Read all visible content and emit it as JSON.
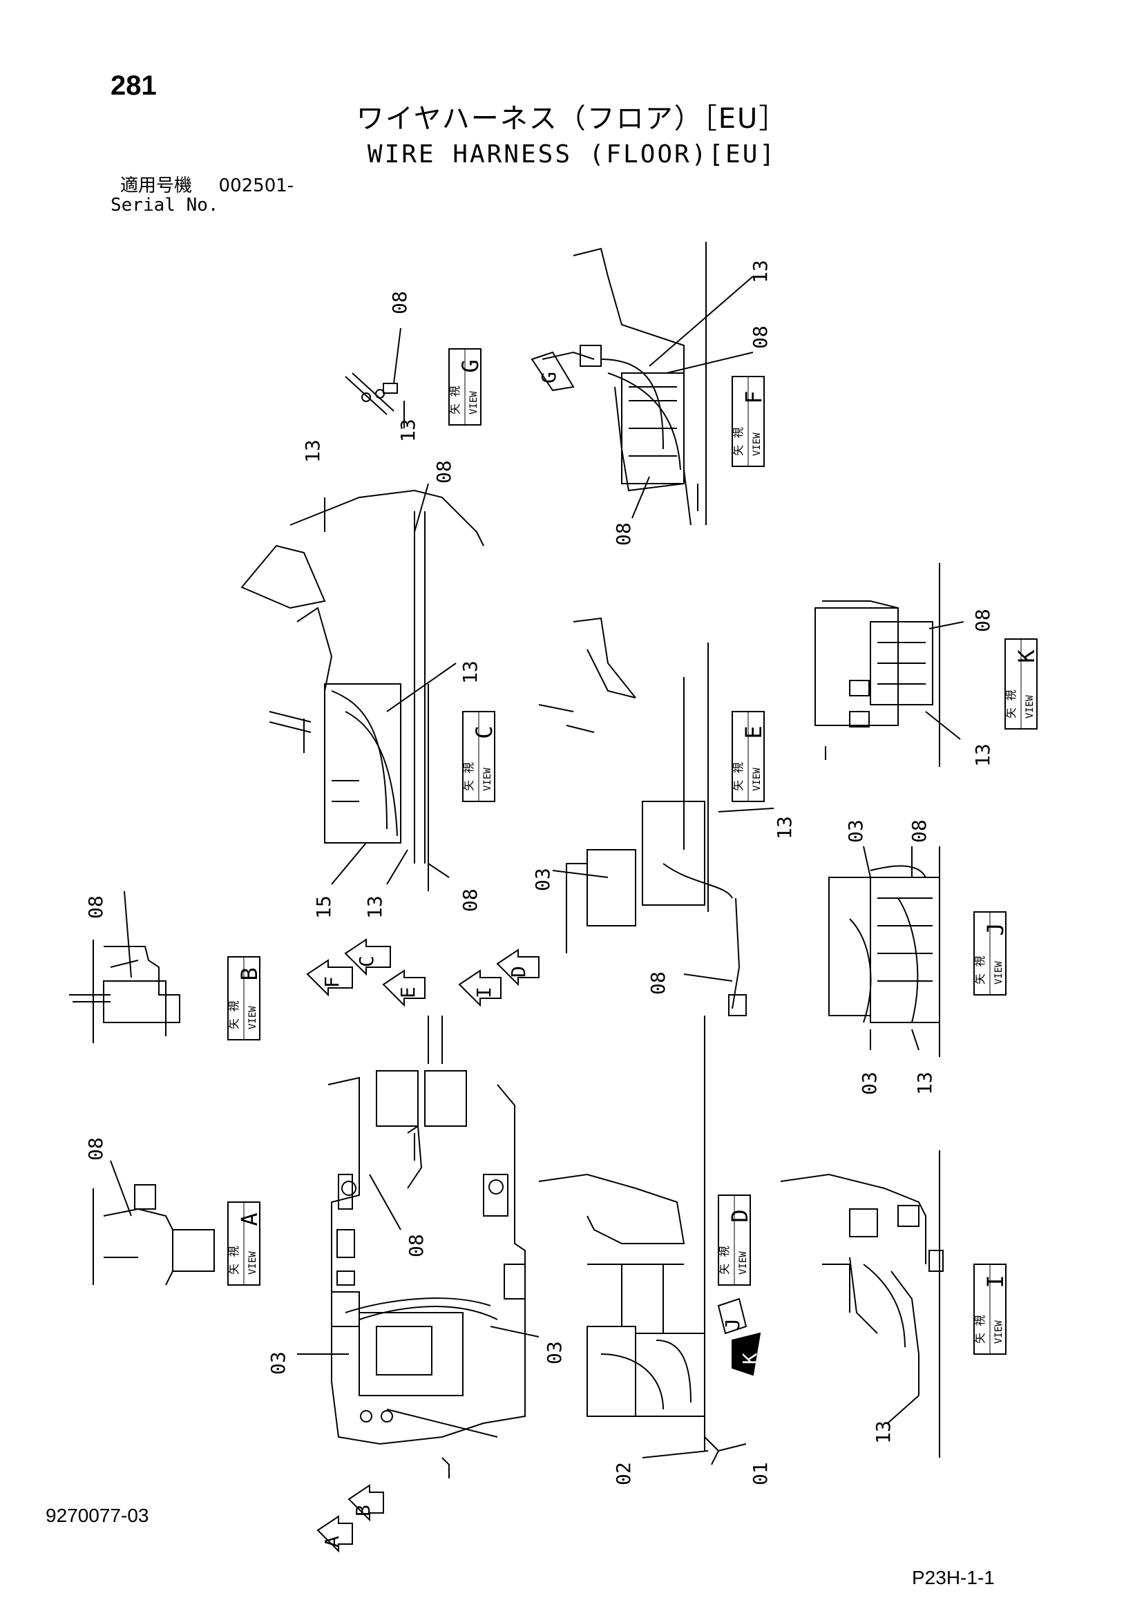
{
  "header": {
    "page_number": "281",
    "title_jp": "ワイヤハーネス（フロア）［EU］",
    "title_en": "WIRE HARNESS (FLOOR)[EU]",
    "serial_label_jp": "適用号機",
    "serial_value": "002501-",
    "serial_label_en": "Serial No."
  },
  "footer": {
    "doc_number": "9270077-03",
    "page_code": "P23H-1-1"
  },
  "views": {
    "label_jp": "矢 視",
    "label_en": "VIEW",
    "letters": {
      "G": "G",
      "F": "F",
      "C": "C",
      "E": "E",
      "K": "K",
      "J": "J",
      "B": "B",
      "A": "A",
      "D": "D",
      "I": "I"
    }
  },
  "callouts": {
    "c01": "01",
    "c02": "02",
    "c03": "03",
    "c08": "08",
    "c13": "13",
    "c15": "15"
  },
  "arrows": {
    "F": "F",
    "C": "C",
    "E": "E",
    "I": "I",
    "D": "D",
    "A": "A",
    "B": "B",
    "J": "J",
    "K": "K",
    "G": "G"
  }
}
